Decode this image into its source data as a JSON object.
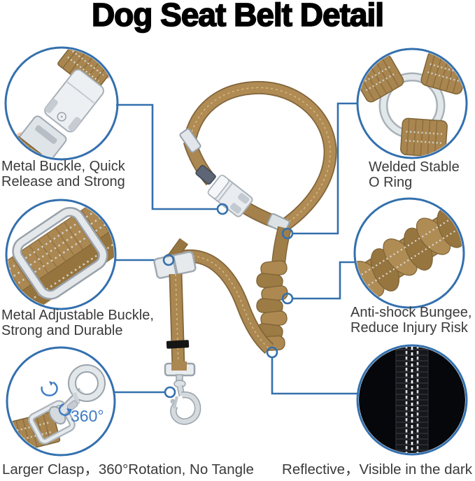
{
  "title": "Dog Seat Belt Detail",
  "callouts": {
    "metal_buckle": {
      "line1": "Metal Buckle, Quick",
      "line2": "Release and Strong"
    },
    "o_ring": {
      "line1": "Welded Stable",
      "line2": "O Ring"
    },
    "adjustable_buckle": {
      "line1": "Metal Adjustable Buckle,",
      "line2": "Strong and Durable"
    },
    "bungee": {
      "line1": "Anti-shock Bungee,",
      "line2": "Reduce Injury Risk"
    },
    "clasp": {
      "text": "Larger Clasp，360°Rotation, No Tangle"
    },
    "reflective": {
      "text": "Reflective，Visible in the dark"
    },
    "rotation_badge": "360°"
  },
  "colors": {
    "accent_blue": "#3370ae",
    "rotation_blue": "#3e7bc4",
    "webbing_tan": "#ab8751",
    "webbing_dark": "#82653a",
    "metal_silver": "#e6eaed",
    "label_text": "#3a3a3a",
    "reflective_background": "#06070b"
  }
}
